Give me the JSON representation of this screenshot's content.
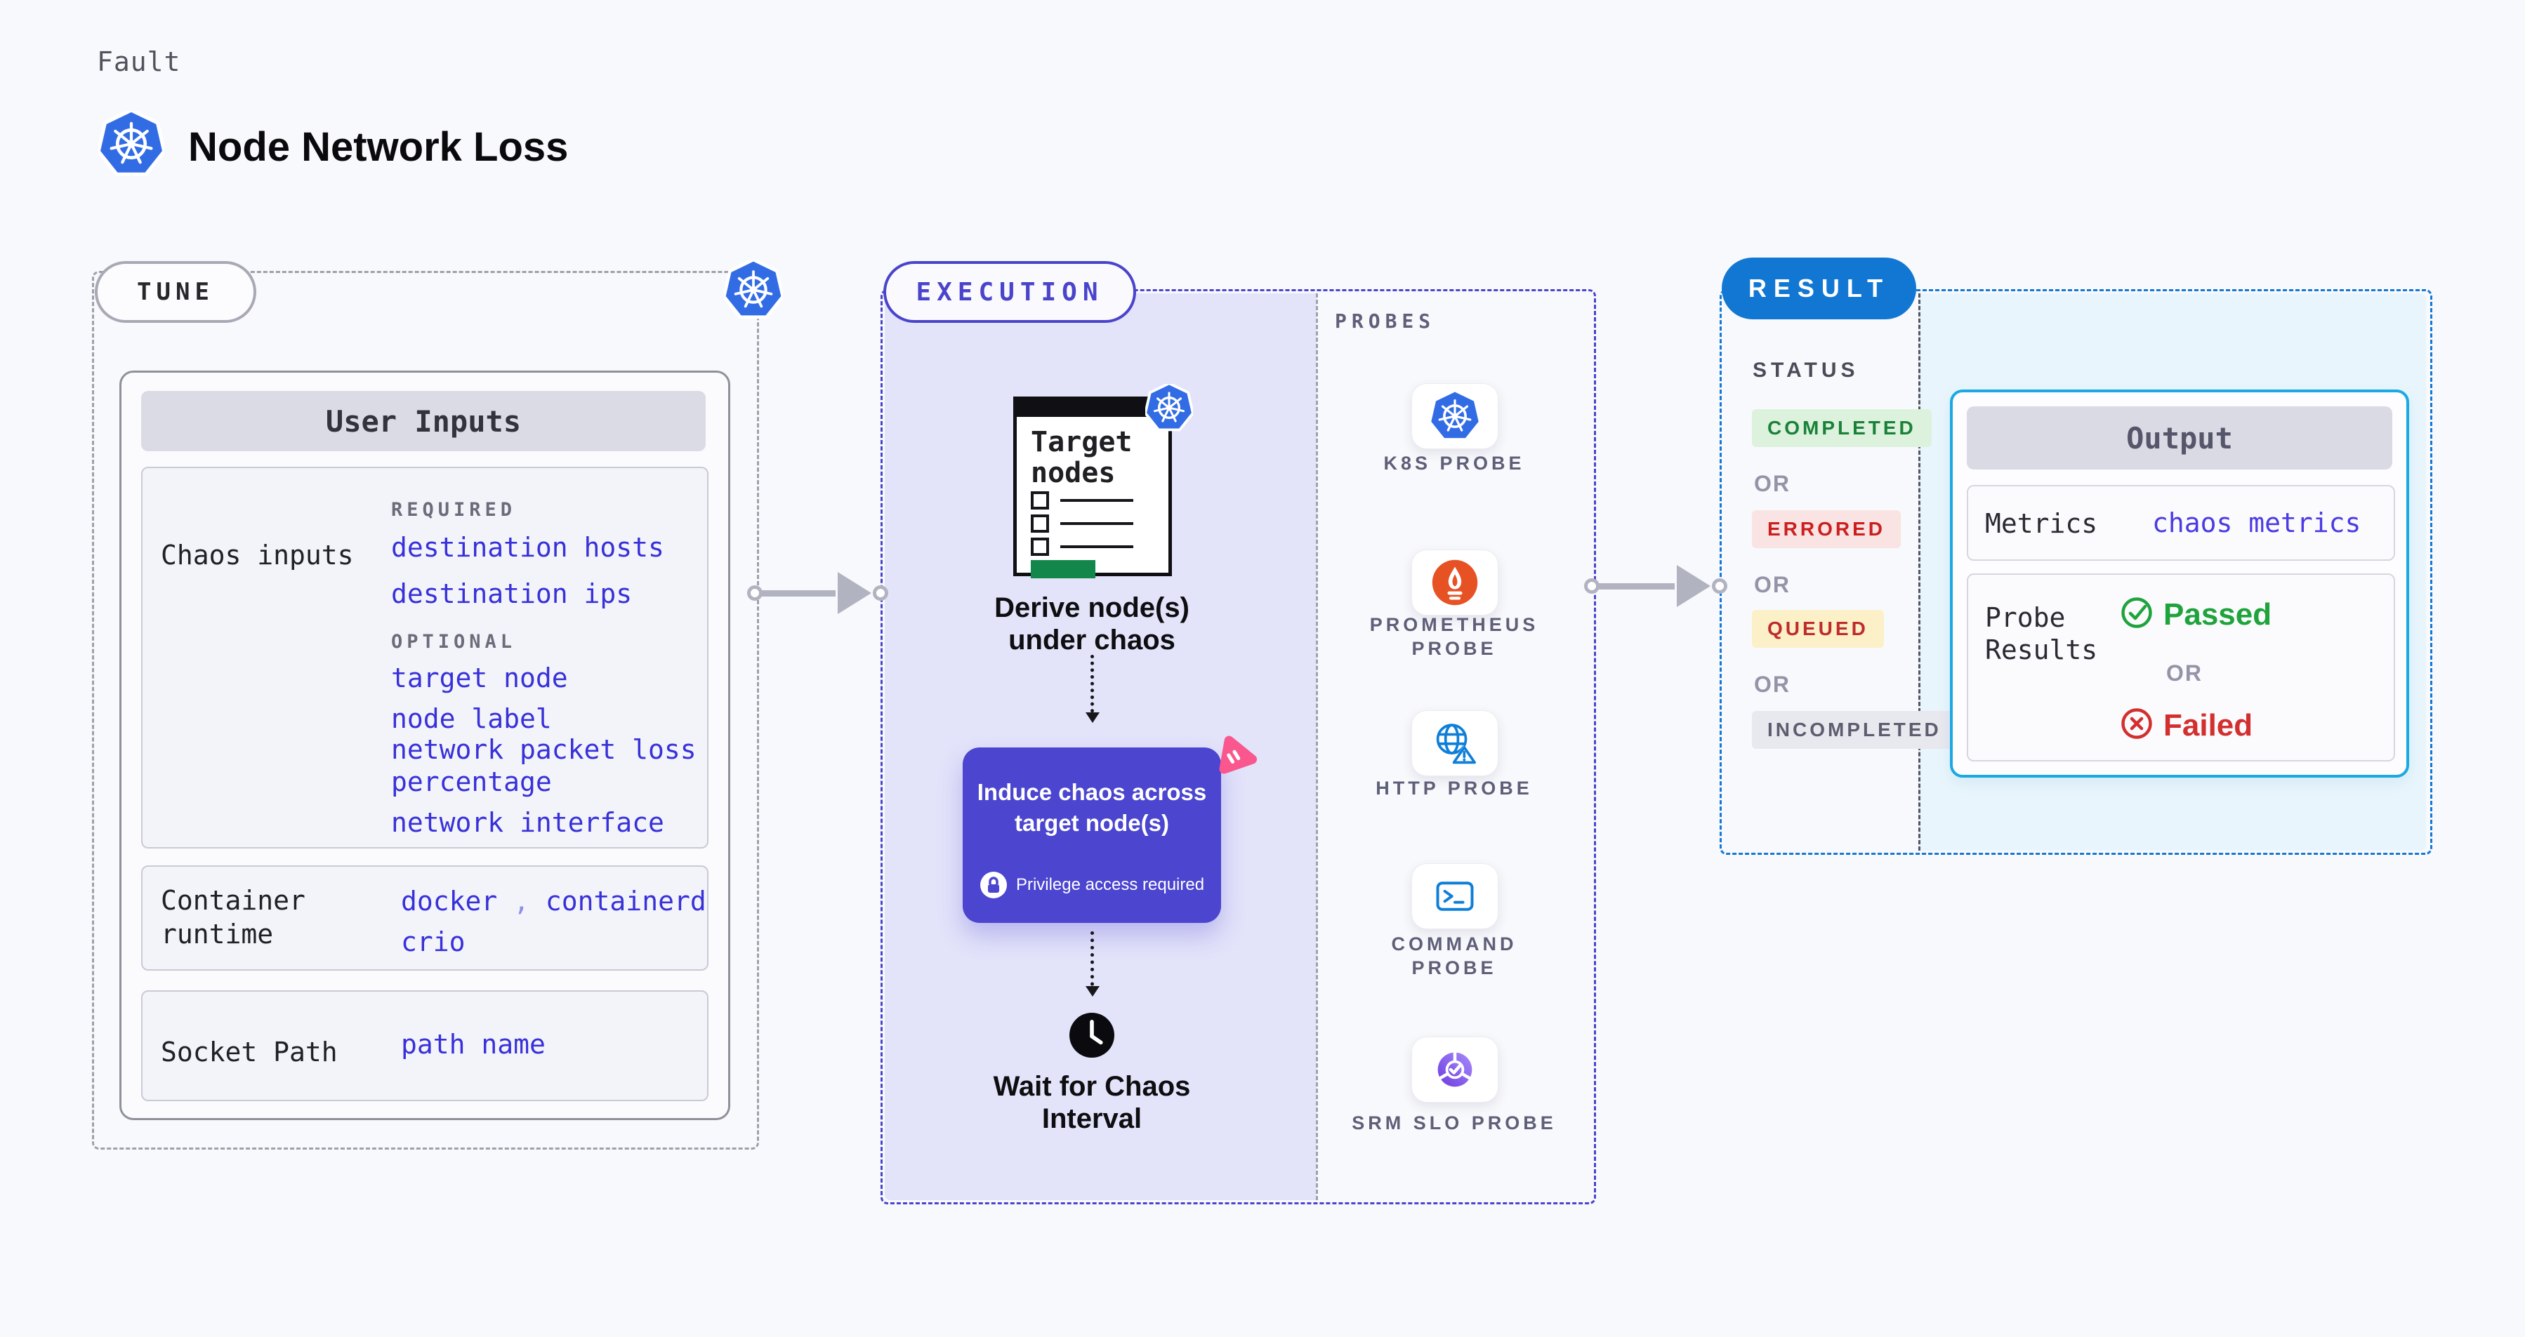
{
  "header": {
    "eyebrow": "Fault",
    "title": "Node Network Loss"
  },
  "tune": {
    "label": "TUNE",
    "card_title": "User Inputs",
    "rows": {
      "chaos": {
        "label": "Chaos inputs",
        "required_heading": "REQUIRED",
        "required": [
          "destination hosts",
          "destination ips"
        ],
        "optional_heading": "OPTIONAL",
        "optional": [
          "target node",
          "node label",
          "network packet loss percentage",
          "network interface"
        ]
      },
      "runtime": {
        "label": "Container runtime",
        "values": [
          "docker",
          "containerd",
          "crio"
        ],
        "separator": ","
      },
      "socket": {
        "label": "Socket Path",
        "value": "path name"
      }
    }
  },
  "execution": {
    "label": "EXECUTION",
    "target_card": {
      "title": "Target nodes"
    },
    "derive_caption": "Derive node(s) under chaos",
    "induce": {
      "title": "Induce chaos across target node(s)",
      "badge": "Privilege access required"
    },
    "wait_caption": "Wait for Chaos Interval"
  },
  "probes": {
    "heading": "PROBES",
    "items": [
      {
        "label": "K8S PROBE",
        "icon": "kubernetes-icon"
      },
      {
        "label": "PROMETHEUS PROBE",
        "icon": "prometheus-icon"
      },
      {
        "label": "HTTP PROBE",
        "icon": "http-globe-warning-icon"
      },
      {
        "label": "COMMAND PROBE",
        "icon": "terminal-icon"
      },
      {
        "label": "SRM SLO PROBE",
        "icon": "slo-donut-check-icon"
      }
    ]
  },
  "result": {
    "label": "RESULT",
    "status_heading": "STATUS",
    "or_label": "OR",
    "statuses": [
      {
        "label": "COMPLETED",
        "color": "#1B8139",
        "bg": "#DCF2DD"
      },
      {
        "label": "ERRORED",
        "color": "#CB1F1F",
        "bg": "#FAE3E3"
      },
      {
        "label": "QUEUED",
        "color": "#BF2B2B",
        "bg": "#FBF0C8"
      },
      {
        "label": "INCOMPLETED",
        "color": "#5C5D6E",
        "bg": "#E8E8EF"
      }
    ],
    "output": {
      "title": "Output",
      "metrics_label": "Metrics",
      "metrics_value": "chaos metrics",
      "probe_results_label": "Probe Results",
      "passed": "Passed",
      "or": "OR",
      "failed": "Failed"
    }
  },
  "colors": {
    "accent_indigo": "#4A44CB",
    "accent_blue": "#1277D3",
    "output_border": "#1AA9E2",
    "link": "#3831D9",
    "kubernetes_blue": "#326CE5",
    "prometheus_orange": "#E75225",
    "probe_blue": "#0E7FD9",
    "chaos_pink": "#F9578D",
    "execution_fill": "#E3E3FA",
    "result_fill": "#E8F5FC",
    "passed": "#1FA33C",
    "failed": "#D32F2F"
  }
}
